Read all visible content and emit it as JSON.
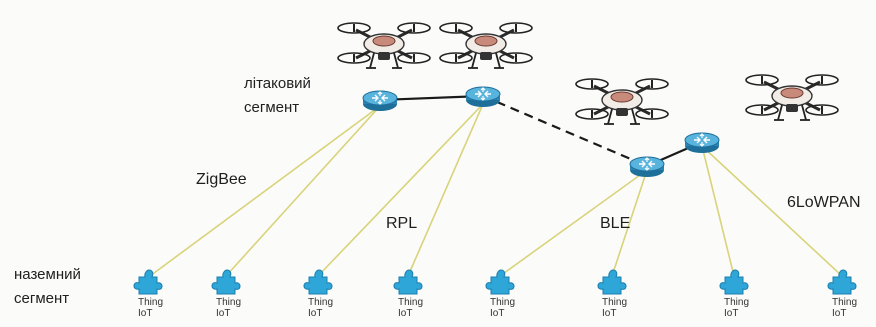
{
  "labels": {
    "air_segment": [
      "літаковий",
      "сегмент"
    ],
    "ground_segment": [
      "наземний",
      "сегмент"
    ]
  },
  "protocols": {
    "zigbee": "ZigBee",
    "rpl": "RPL",
    "ble": "BLE",
    "sixlowpan": "6LoWPAN"
  },
  "thing_label": [
    "Thing",
    "IoT"
  ],
  "colors": {
    "link_yellow": "#d9d37a",
    "backbone": "#1a1a1a",
    "router_body": "#3f98c6",
    "puzzle": "#2ea6d8"
  },
  "icons": [
    "drone-icon",
    "router-icon",
    "puzzle-piece-icon"
  ]
}
